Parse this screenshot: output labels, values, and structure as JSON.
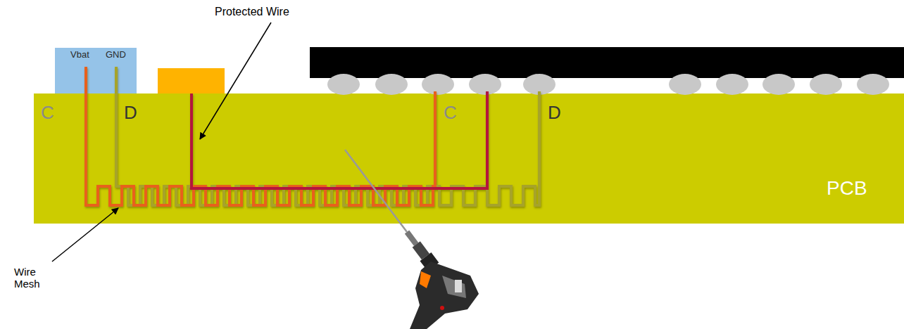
{
  "diagram": {
    "nodes": [
      {
        "text": [
          "Vbat",
          "GND"
        ]
      },
      {
        "text": [
          "PCB"
        ]
      }
    ],
    "labels": [
      "Protected Wire",
      "C",
      "D",
      "C",
      "D",
      "Wire Mesh"
    ]
  }
}
